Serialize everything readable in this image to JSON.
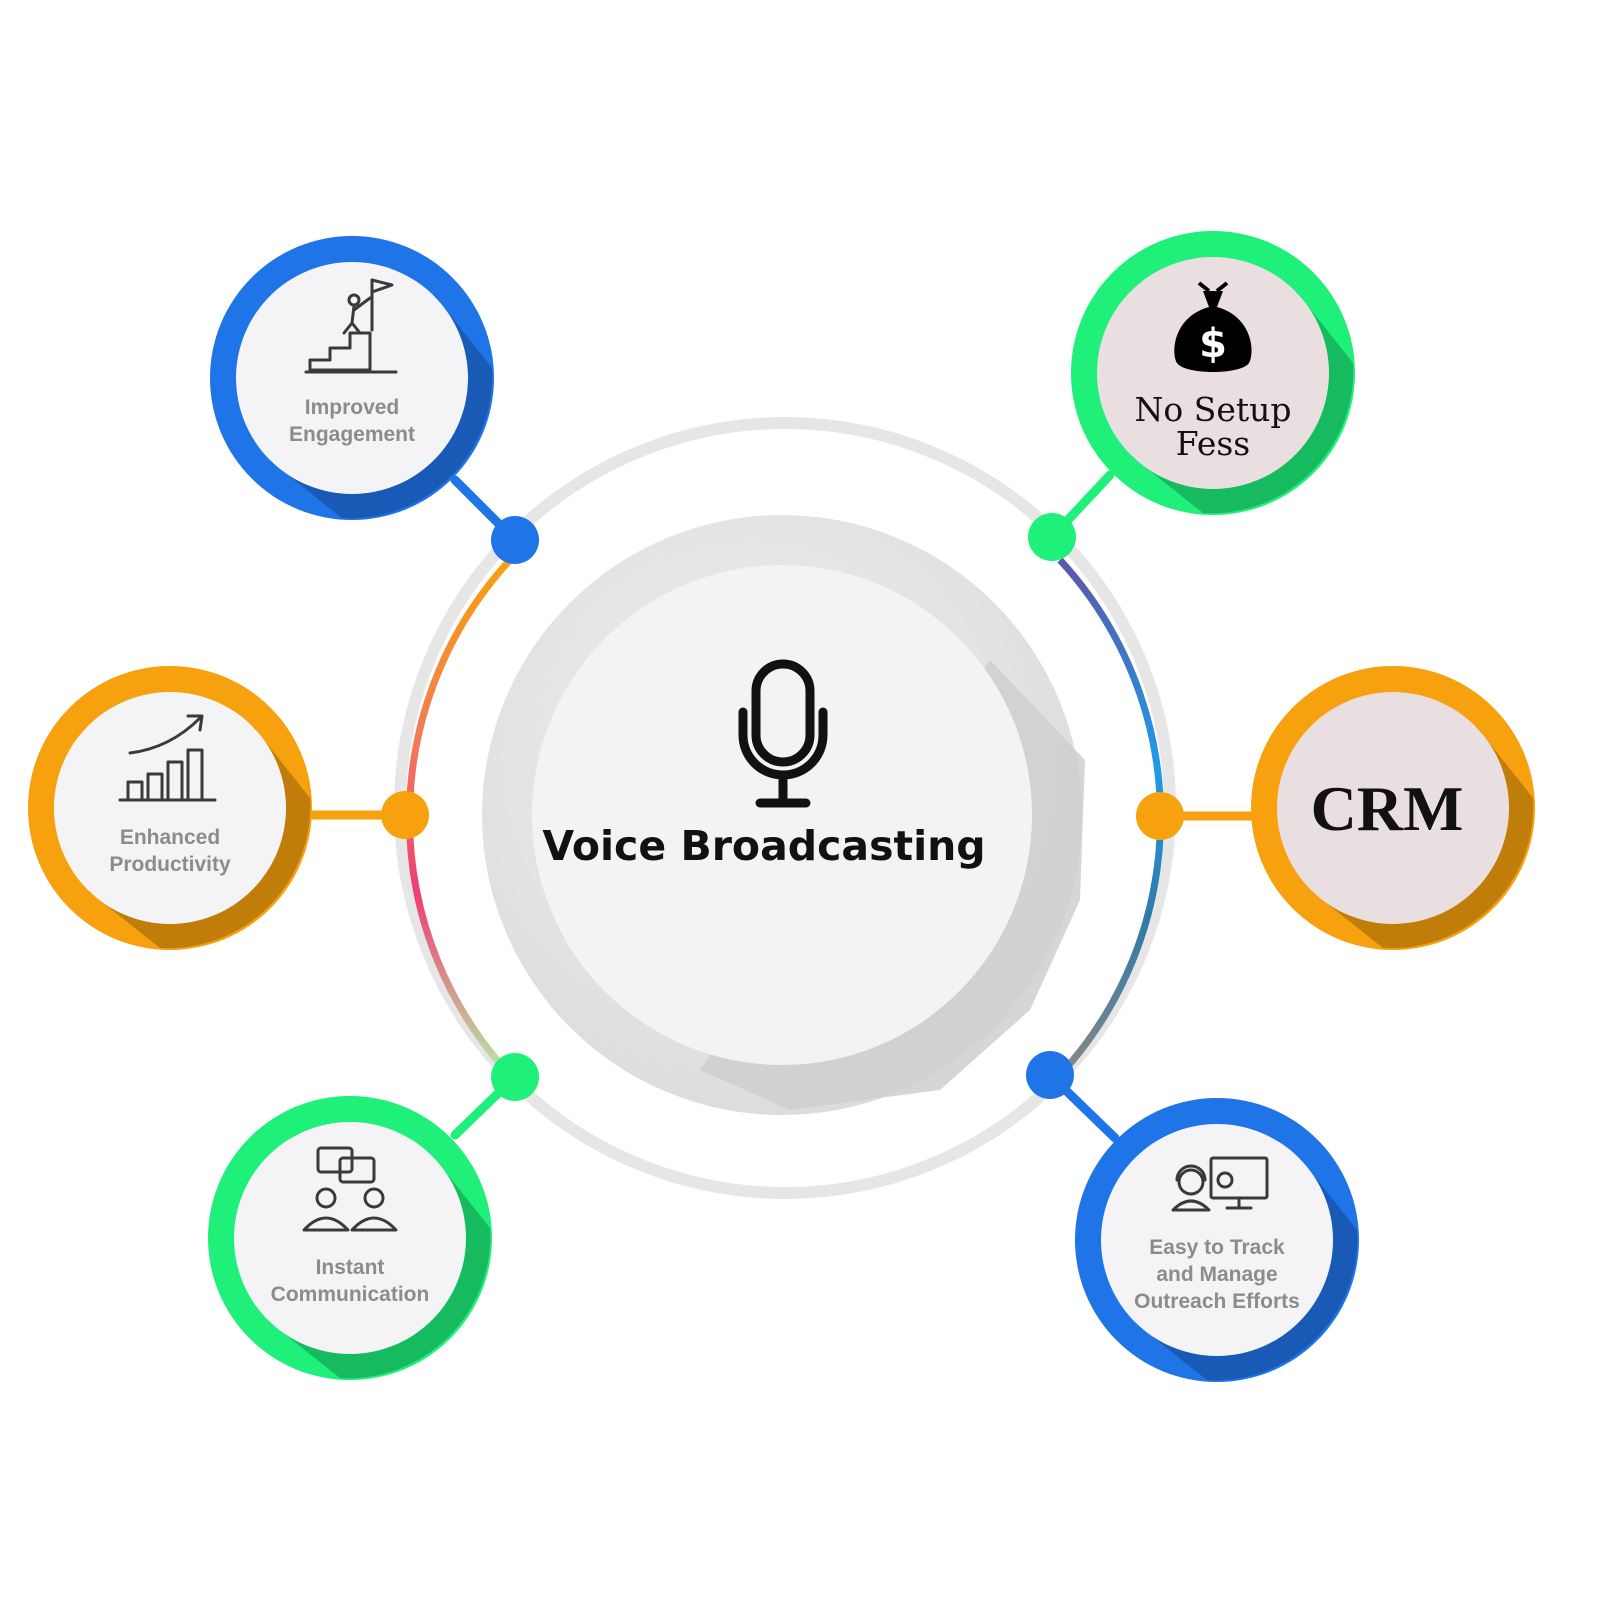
{
  "center": {
    "title": "Voice Broadcasting",
    "icon": "microphone-icon"
  },
  "nodes": [
    {
      "id": "improved-engagement",
      "lines": [
        "Improved",
        "Engagement"
      ],
      "icon": "climb-to-flag-icon",
      "ring_color": "#1f74e8",
      "dot_color": "#1f74e8"
    },
    {
      "id": "enhanced-productivity",
      "lines": [
        "Enhanced",
        "Productivity"
      ],
      "icon": "growth-bar-chart-icon",
      "ring_color": "#f6a10d",
      "dot_color": "#f6a10d"
    },
    {
      "id": "instant-communication",
      "lines": [
        "Instant",
        "Communication"
      ],
      "icon": "people-chat-icon",
      "ring_color": "#1ef07a",
      "dot_color": "#1ef07a"
    },
    {
      "id": "no-setup-fees",
      "lines": [
        "No Setup",
        "Fess"
      ],
      "icon": "money-bag-icon",
      "ring_color": "#1ef07a",
      "dot_color": "#1ef07a"
    },
    {
      "id": "crm",
      "lines": [
        "CRM"
      ],
      "icon": "",
      "ring_color": "#f6a10d",
      "dot_color": "#f6a10d"
    },
    {
      "id": "easy-track",
      "lines": [
        "Easy to Track",
        "and Manage",
        "Outreach Efforts"
      ],
      "icon": "support-monitor-icon",
      "ring_color": "#1f74e8",
      "dot_color": "#1f74e8"
    }
  ]
}
